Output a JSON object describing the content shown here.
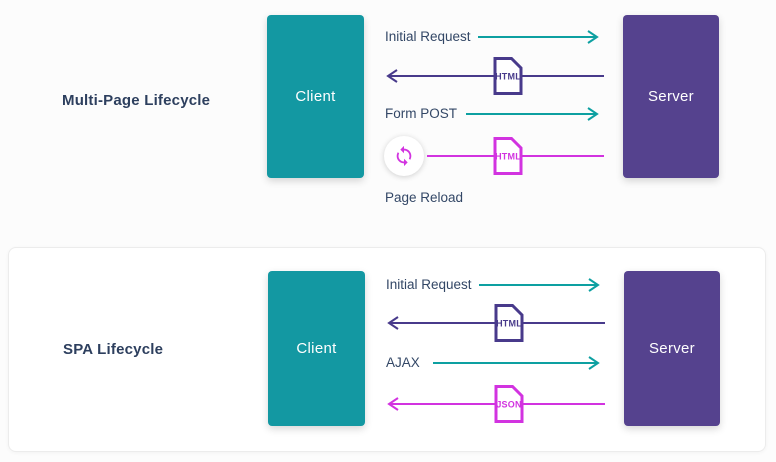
{
  "colors": {
    "page_background": "#fcfcfc",
    "card_background": "#ffffff",
    "card_border": "#ececec",
    "client_box": "#1398a2",
    "server_box": "#55428e",
    "request_arrow_teal": "#0da0a1",
    "response_arrow_purple": "#483a8b",
    "response_arrow_magenta": "#d233e0",
    "title_text": "#2d3f5e",
    "label_text": "#334766",
    "box_text": "#ffffff"
  },
  "icons": {
    "reload": "sync-reload-icon",
    "html_doc": "html-file-icon",
    "json_doc": "json-file-icon",
    "arrow_right": "arrow-right-icon",
    "arrow_left": "arrow-left-icon"
  },
  "sections": [
    {
      "title": "Multi-Page Lifecycle",
      "client": "Client",
      "server": "Server",
      "rows": [
        {
          "kind": "request",
          "label": "Initial Request",
          "direction": "client-to-server"
        },
        {
          "kind": "response",
          "doc": "HTML",
          "direction": "server-to-client"
        },
        {
          "kind": "request",
          "label": "Form POST",
          "direction": "client-to-server"
        },
        {
          "kind": "response-reload",
          "doc": "HTML",
          "caption": "Page Reload",
          "direction": "server-to-client"
        }
      ]
    },
    {
      "title": "SPA Lifecycle",
      "client": "Client",
      "server": "Server",
      "rows": [
        {
          "kind": "request",
          "label": "Initial Request",
          "direction": "client-to-server"
        },
        {
          "kind": "response",
          "doc": "HTML",
          "direction": "server-to-client"
        },
        {
          "kind": "request",
          "label": "AJAX",
          "direction": "client-to-server"
        },
        {
          "kind": "response",
          "doc": "JSON",
          "direction": "server-to-client"
        }
      ]
    }
  ]
}
